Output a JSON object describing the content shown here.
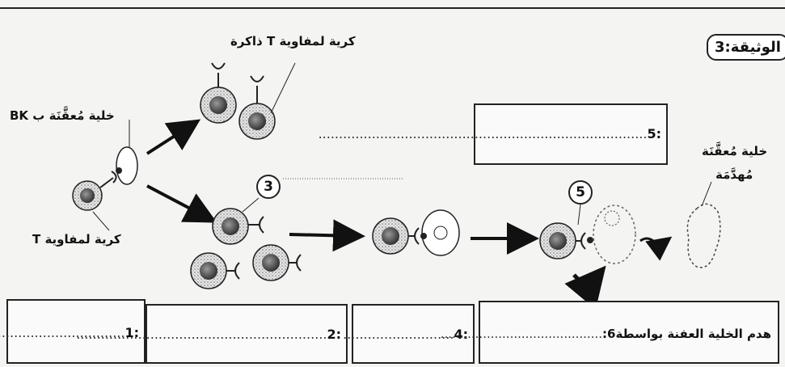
{
  "document": {
    "label": "الوثيقة:3"
  },
  "labels": {
    "infected_bk": "خلية مُعقَّنَة ب BK",
    "t_cell": "كرية لمفاوية T",
    "memory_t": "كرية لمفاوية T ذاكرة",
    "destroyed_cell_line1": "خلية مُعقَّنَة",
    "destroyed_cell_line2": "مُهدَّمَة"
  },
  "step_numbers": {
    "s3": "3",
    "s5": "5"
  },
  "boxes": {
    "b1": {
      "num": ":1",
      "dots": "....................................."
    },
    "b2": {
      "num": ":2",
      "dots": "............................................................."
    },
    "b4": {
      "num": ":4",
      "dots": "..........................."
    },
    "b5": {
      "num": ":5",
      "dots": "................................................................................"
    },
    "b6": {
      "prefix": "هدم الخلية العفنة بواسطة6:",
      "dots": ".........................................."
    },
    "blank3": "........................................................."
  }
}
